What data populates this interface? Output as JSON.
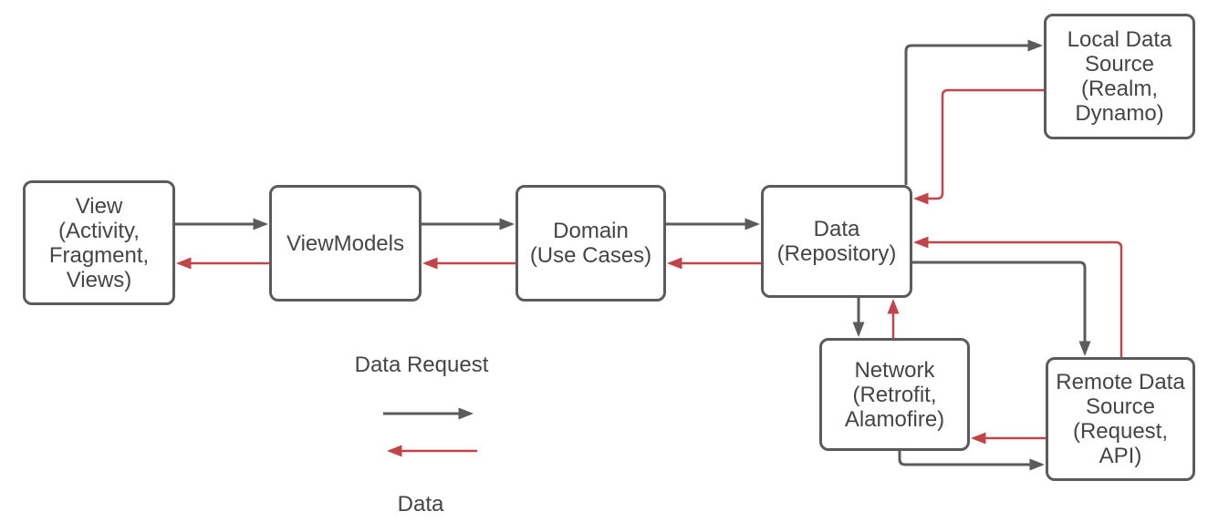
{
  "diagram": {
    "nodes": {
      "view": {
        "label": "View\n(Activity,\nFragment,\nViews)"
      },
      "viewmodels": {
        "label": "ViewModels"
      },
      "domain": {
        "label": "Domain\n(Use Cases)"
      },
      "data_repository": {
        "label": "Data\n(Repository)"
      },
      "local_data_source": {
        "label": "Local Data\nSource\n(Realm,\nDynamo)"
      },
      "network": {
        "label": "Network\n(Retrofit,\nAlamofire)"
      },
      "remote_data_source": {
        "label": "Remote Data\nSource\n(Request,\nAPI)"
      }
    },
    "legend": {
      "request_label": "Data Request",
      "data_label": "Data"
    },
    "colors": {
      "request_arrow": "#5b5b5b",
      "data_arrow": "#c04449",
      "box_border": "#5a5b5d",
      "text_primary": "#454545"
    },
    "edges": [
      {
        "from": "view",
        "to": "viewmodels",
        "kind": "data_request"
      },
      {
        "from": "viewmodels",
        "to": "view",
        "kind": "data"
      },
      {
        "from": "viewmodels",
        "to": "domain",
        "kind": "data_request"
      },
      {
        "from": "domain",
        "to": "viewmodels",
        "kind": "data"
      },
      {
        "from": "domain",
        "to": "data_repository",
        "kind": "data_request"
      },
      {
        "from": "data_repository",
        "to": "domain",
        "kind": "data"
      },
      {
        "from": "data_repository",
        "to": "local_data_source",
        "kind": "data_request"
      },
      {
        "from": "local_data_source",
        "to": "data_repository",
        "kind": "data"
      },
      {
        "from": "data_repository",
        "to": "remote_data_source",
        "kind": "data_request"
      },
      {
        "from": "remote_data_source",
        "to": "data_repository",
        "kind": "data"
      },
      {
        "from": "data_repository",
        "to": "network",
        "kind": "data_request"
      },
      {
        "from": "network",
        "to": "data_repository",
        "kind": "data"
      },
      {
        "from": "network",
        "to": "remote_data_source",
        "kind": "data_request"
      },
      {
        "from": "remote_data_source",
        "to": "network",
        "kind": "data"
      }
    ]
  }
}
